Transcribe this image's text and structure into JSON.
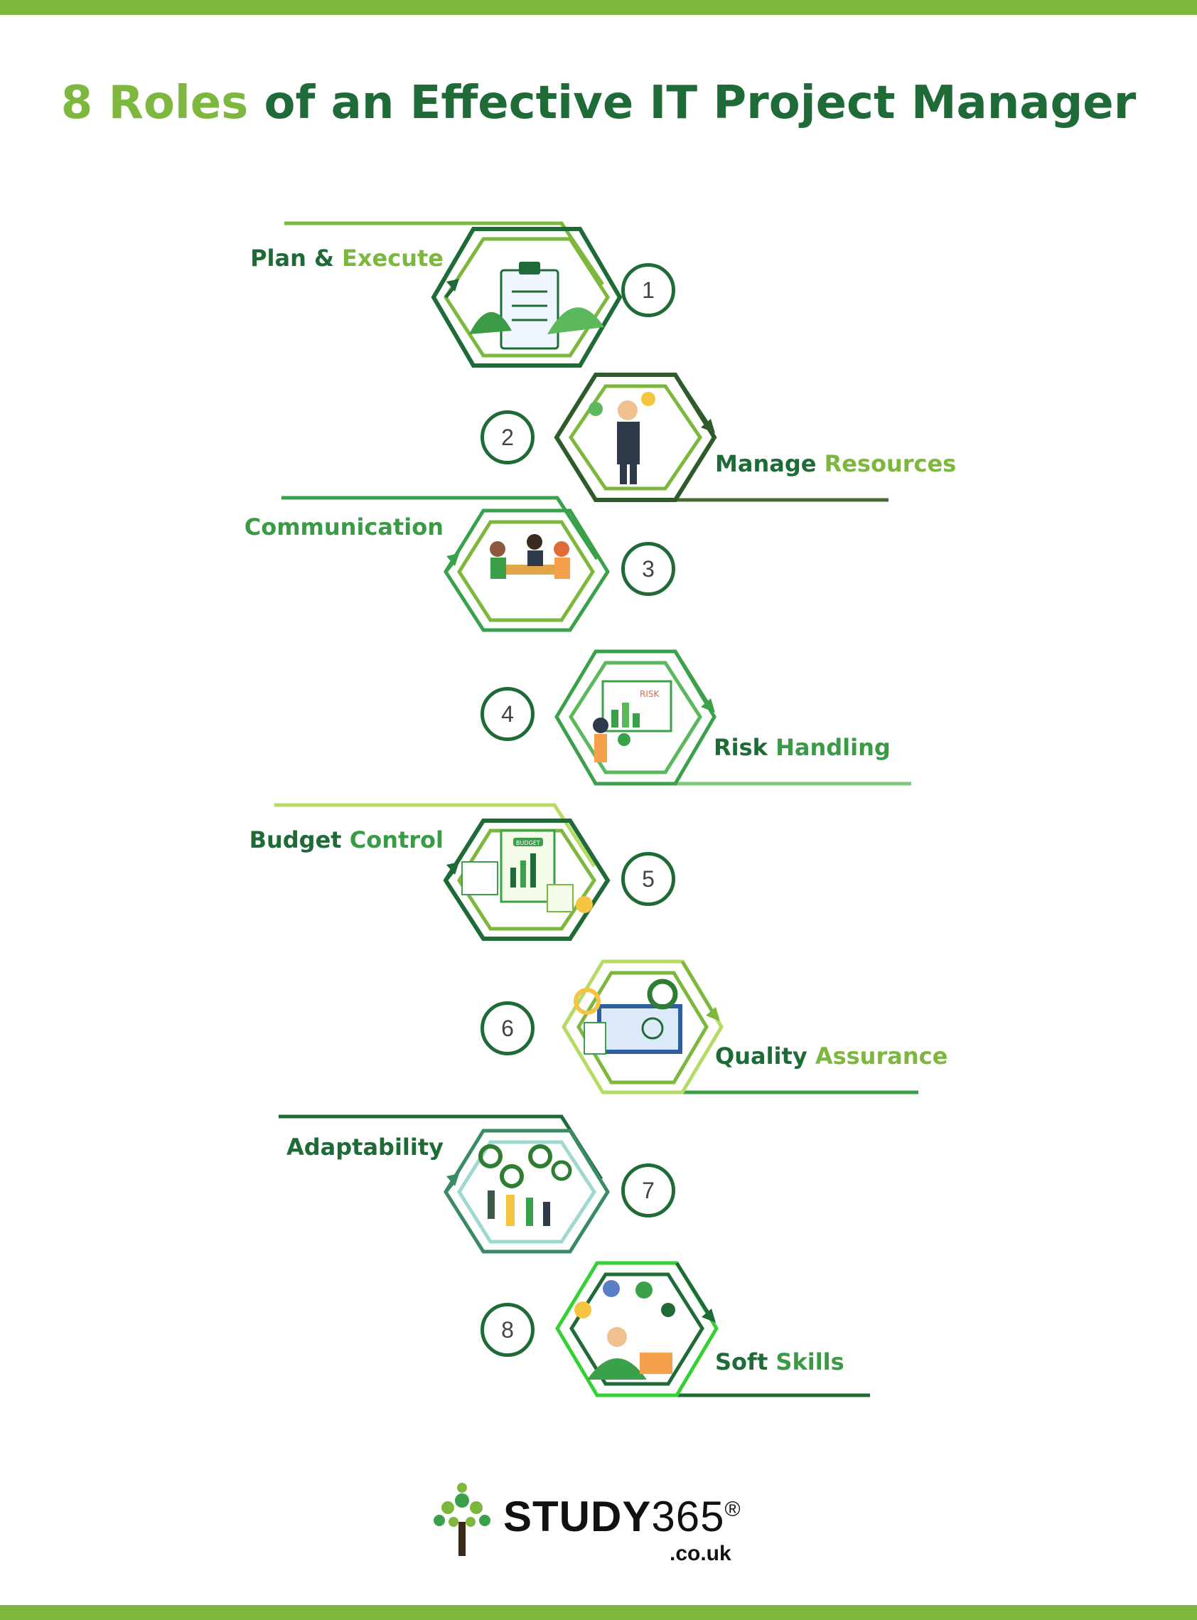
{
  "title": {
    "accent": "8 Roles",
    "rest": "of an Effective IT Project Manager"
  },
  "colors": {
    "dark_green": "#1f6b37",
    "light_green": "#7db73d",
    "bar_green": "#7db73d"
  },
  "roles": [
    {
      "number": "1",
      "word1": "Plan &",
      "word2": "Execute",
      "illustration": "project-plan-clipboard-icon"
    },
    {
      "number": "2",
      "word1": "Manage",
      "word2": "Resources",
      "illustration": "thinking-manager-icon"
    },
    {
      "number": "3",
      "word1": "Communication",
      "word2": "",
      "illustration": "team-meeting-icon"
    },
    {
      "number": "4",
      "word1": "Risk",
      "word2": "Handling",
      "illustration": "risk-chart-icon"
    },
    {
      "number": "5",
      "word1": "Budget",
      "word2": "Control",
      "illustration": "budget-report-icon"
    },
    {
      "number": "6",
      "word1": "Quality",
      "word2": "Assurance",
      "illustration": "quality-dashboard-icon"
    },
    {
      "number": "7",
      "word1": "Adaptability",
      "word2": "",
      "illustration": "gears-team-icon"
    },
    {
      "number": "8",
      "word1": "Soft",
      "word2": "Skills",
      "illustration": "person-laptop-network-icon"
    }
  ],
  "logo": {
    "brand_bold": "STUDY",
    "brand_light": "365",
    "registered": "®",
    "domain": ".co.uk"
  }
}
